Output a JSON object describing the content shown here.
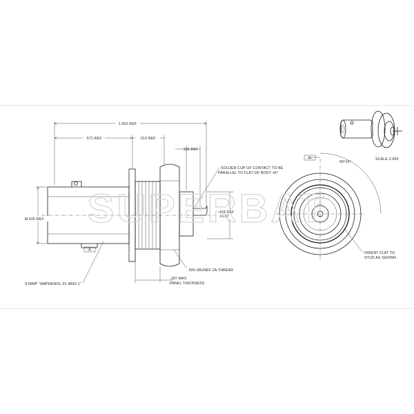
{
  "watermark": "SUPERBAT",
  "dimensions": {
    "overall_length": "1.062 REF",
    "body_length": ".571 REF",
    "flange_to_nut": ".313 REF",
    "solder_cup_offset": ".136 REF",
    "flat_height": ".468 REF",
    "flat_word": "FLAT",
    "diameter": "Ø.625 REF",
    "panel_thickness": ".187 MAX",
    "panel_thickness_2": "PANEL THICKNESS",
    "angle": "90°±5°"
  },
  "callouts": {
    "solder_cup_line1": "SOLDER CUP OF CONTACT TO BE",
    "solder_cup_line2": "PARALLEL TO FLAT OF BODY ±5°",
    "thread": ".500-28UNEF-2A THREAD",
    "stamp": "STAMP \"AMPHENOL 31-4890-1\"",
    "orient_line1": "ORIENT FLAT TO",
    "orient_line2": "STUD AS SHOWN",
    "scale": "SCALE  2.000"
  },
  "datums": {
    "datum_side": "-A-",
    "datum_end": "-A-"
  }
}
